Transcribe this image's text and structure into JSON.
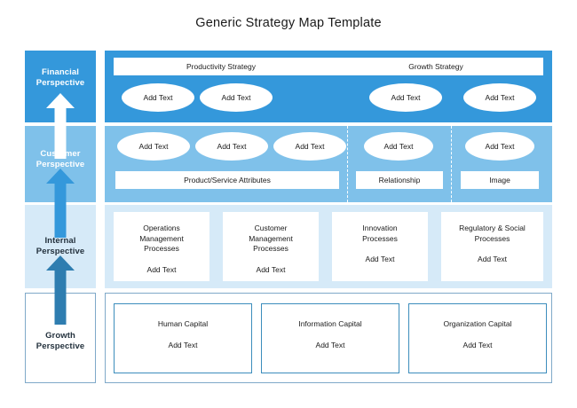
{
  "title": "Generic Strategy Map Template",
  "colors": {
    "financial_bg": "#3498DB",
    "customer_bg": "#7FC1EA",
    "internal_bg": "#D6EAF8",
    "growth_border": "#7FA9C9",
    "box_border": "#3C8DBC",
    "arrow_white": "#FFFFFF",
    "arrow_mid": "#3498DB",
    "arrow_dark": "#2E7DB0",
    "text_dark": "#1A1A1A",
    "text_light": "#FFFFFF"
  },
  "add_text": "Add Text",
  "rows": {
    "financial": {
      "label": "Financial\nPerspective",
      "label_line1": "Financial",
      "label_line2": "Perspective",
      "strategy_bar": {
        "left": "Productivity Strategy",
        "right": "Growth Strategy"
      },
      "ellipses": [
        "Add Text",
        "Add Text",
        "Add Text",
        "Add Text"
      ]
    },
    "customer": {
      "label_line1": "Customer",
      "label_line2": "Perspective",
      "ellipses": [
        "Add Text",
        "Add Text",
        "Add Text",
        "Add Text",
        "Add Text"
      ],
      "bars": [
        "Product/Service Attributes",
        "Relationship",
        "Image"
      ]
    },
    "internal": {
      "label_line1": "Internal",
      "label_line2": "Perspective",
      "boxes": [
        {
          "title": "Operations\nManagement\nProcesses",
          "t1": "Operations",
          "t2": "Management",
          "t3": "Processes",
          "sub": "Add Text"
        },
        {
          "title": "Customer\nManagement\nProcesses",
          "t1": "Customer",
          "t2": "Management",
          "t3": "Processes",
          "sub": "Add Text"
        },
        {
          "title": "Innovation\nProcesses",
          "t1": "Innovation",
          "t2": "Processes",
          "t3": "",
          "sub": "Add Text"
        },
        {
          "title": "Regulatory & Social\nProcesses",
          "t1": "Regulatory & Social",
          "t2": "Processes",
          "t3": "",
          "sub": "Add Text"
        }
      ]
    },
    "growth": {
      "label_line1": "Growth",
      "label_line2": "Perspective",
      "boxes": [
        {
          "t1": "Human Capital",
          "sub": "Add Text"
        },
        {
          "t1": "Information Capital",
          "sub": "Add Text"
        },
        {
          "t1": "Organization Capital",
          "sub": "Add Text"
        }
      ]
    }
  },
  "arrows": [
    {
      "name": "arrow-growth-to-internal",
      "color": "#2E7DB0"
    },
    {
      "name": "arrow-internal-to-customer",
      "color": "#3498DB"
    },
    {
      "name": "arrow-customer-to-financial",
      "color": "#FFFFFF"
    }
  ]
}
